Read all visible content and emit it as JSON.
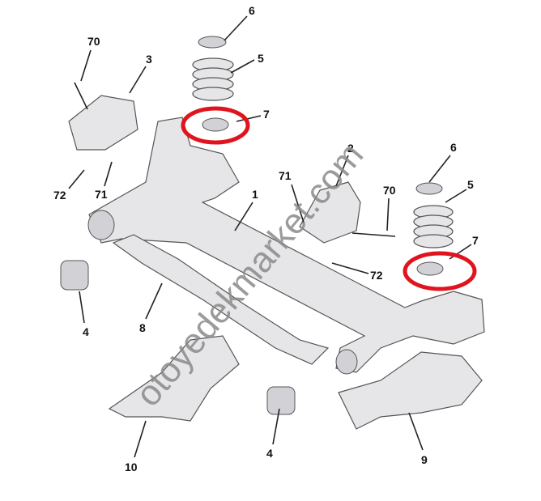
{
  "watermark": "otoyedekmarket.com",
  "highlight_color": "#e0141e",
  "callouts": [
    {
      "id": "6-top",
      "label": "6"
    },
    {
      "id": "70-left",
      "label": "70"
    },
    {
      "id": "3",
      "label": "3"
    },
    {
      "id": "5-left",
      "label": "5"
    },
    {
      "id": "7-left",
      "label": "7"
    },
    {
      "id": "72-left",
      "label": "72"
    },
    {
      "id": "71-left",
      "label": "71"
    },
    {
      "id": "1",
      "label": "1"
    },
    {
      "id": "2",
      "label": "2"
    },
    {
      "id": "71-right",
      "label": "71"
    },
    {
      "id": "70-right",
      "label": "70"
    },
    {
      "id": "6-right",
      "label": "6"
    },
    {
      "id": "5-right",
      "label": "5"
    },
    {
      "id": "7-right",
      "label": "7"
    },
    {
      "id": "72-right",
      "label": "72"
    },
    {
      "id": "4-left",
      "label": "4"
    },
    {
      "id": "8",
      "label": "8"
    },
    {
      "id": "10",
      "label": "10"
    },
    {
      "id": "4-bottom",
      "label": "4"
    },
    {
      "id": "9",
      "label": "9"
    }
  ]
}
